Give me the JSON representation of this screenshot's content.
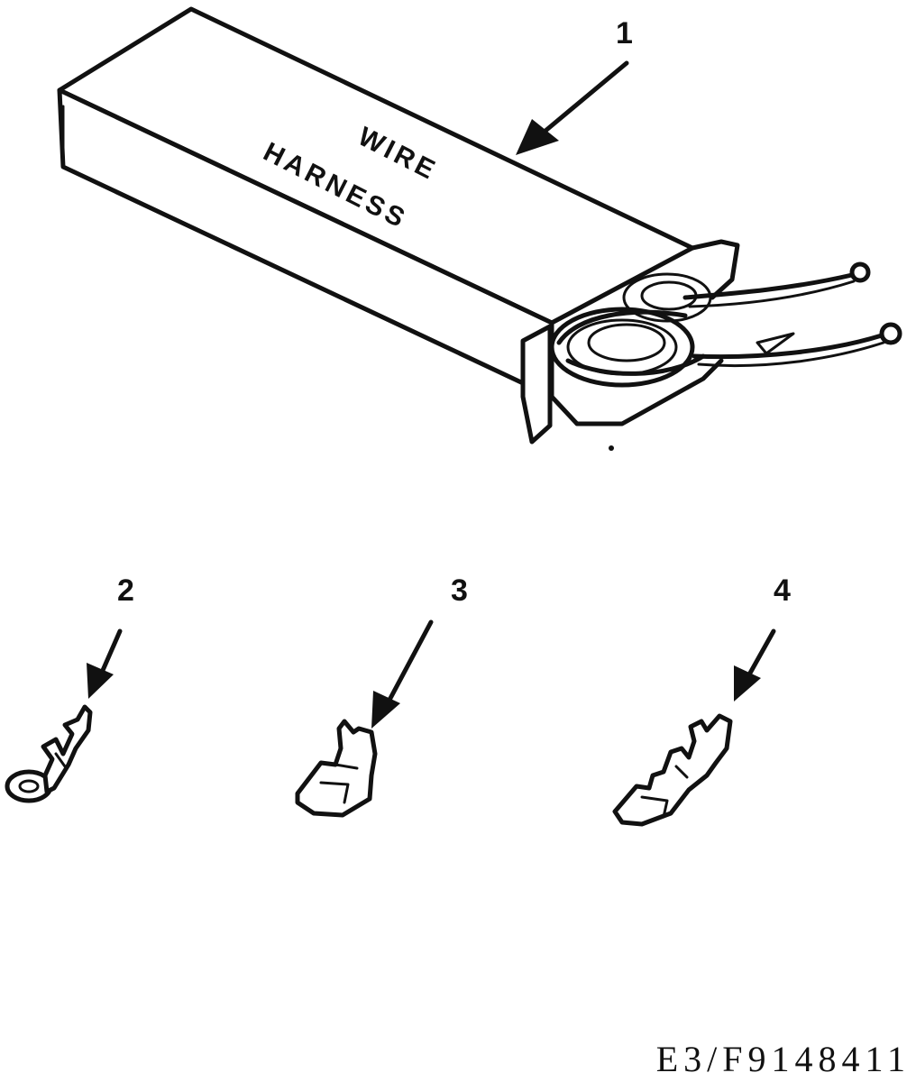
{
  "box": {
    "label_line1": "WIRE",
    "label_line2": "HARNESS"
  },
  "callouts": [
    {
      "id": "1"
    },
    {
      "id": "2"
    },
    {
      "id": "3"
    },
    {
      "id": "4"
    }
  ],
  "figure_id": "E3/F9148411"
}
